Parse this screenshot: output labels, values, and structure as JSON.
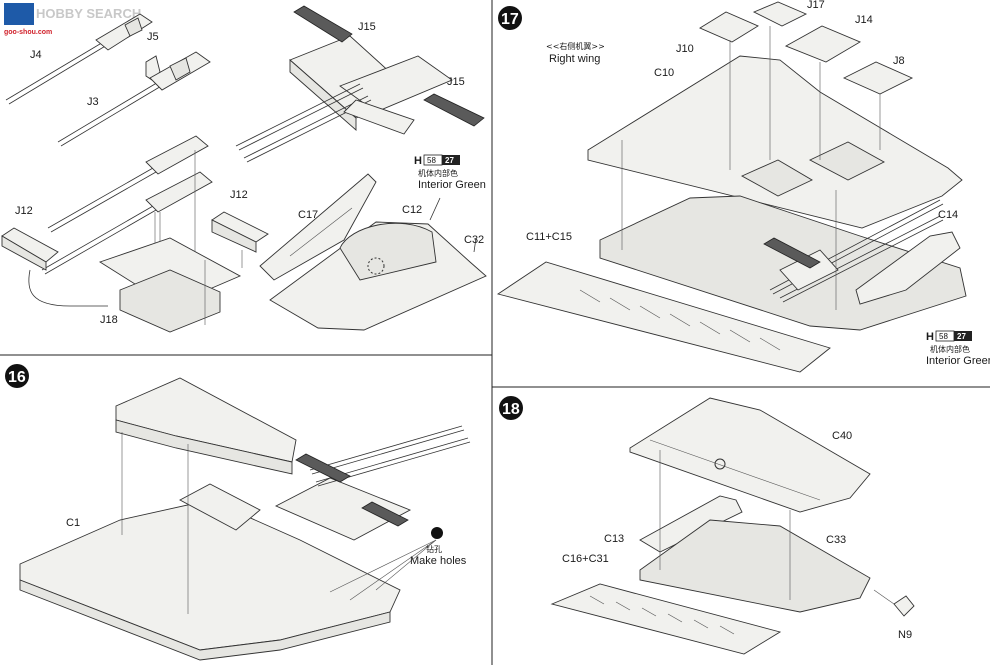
{
  "watermark": {
    "brand": "HOBBY SEARCH",
    "cn_text": "高手",
    "site": "goo-shou.com"
  },
  "panel_top_left": {
    "parts": {
      "j4": "J4",
      "j5": "J5",
      "j3": "J3",
      "j15_top": "J15",
      "j15_right": "J15",
      "j12_left": "J12",
      "j12_right": "J12",
      "j18": "J18",
      "c17": "C17",
      "c12": "C12",
      "c32": "C32"
    },
    "paint": {
      "code": "H",
      "num1": "58",
      "num2": "27",
      "color_cn": "机体内部色",
      "color_en": "Interior Green"
    }
  },
  "step17": {
    "number": "17",
    "wing_cn": "<<右侧机翼>>",
    "wing_en": "Right wing",
    "parts": {
      "j10": "J10",
      "j17": "J17",
      "j14": "J14",
      "j8": "J8",
      "c10": "C10",
      "c11_c15": "C11+C15",
      "c14": "C14"
    },
    "paint": {
      "code": "H",
      "num1": "58",
      "num2": "27",
      "color_cn": "机体内部色",
      "color_en": "Interior Green"
    }
  },
  "step16": {
    "number": "16",
    "parts": {
      "c1": "C1"
    },
    "drill_cn": "钻孔",
    "drill_en": "Make holes"
  },
  "step18": {
    "number": "18",
    "parts": {
      "c40": "C40",
      "c13": "C13",
      "c33": "C33",
      "c16_c31": "C16+C31",
      "n9": "N9"
    }
  }
}
